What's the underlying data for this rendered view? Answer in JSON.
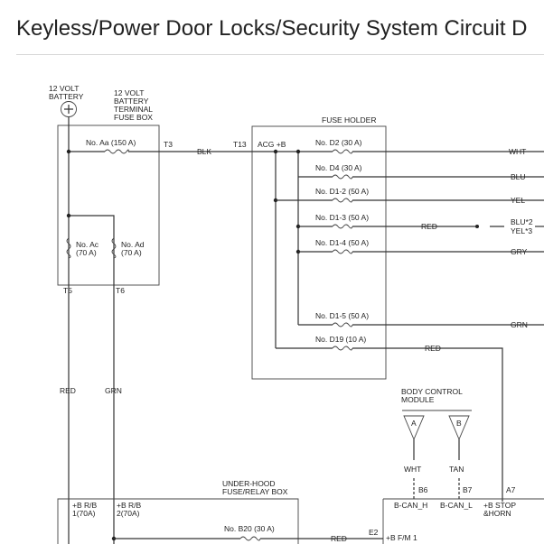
{
  "page": {
    "title": "Keyless/Power Door Locks/Security System Circuit D"
  },
  "diagram": {
    "battery": {
      "label_line1": "12 VOLT",
      "label_line2": "BATTERY"
    },
    "terminal_fuse_box": {
      "label_lines": [
        "12 VOLT",
        "BATTERY",
        "TERMINAL",
        "FUSE BOX"
      ],
      "fuses": {
        "aa": "No. Aa (150 A)",
        "ac_line1": "No. Ac",
        "ac_line2": "(70 A)",
        "ad_line1": "No. Ad",
        "ad_line2": "(70 A)"
      },
      "terminals": {
        "t3": "T3",
        "t5": "T5",
        "t6": "T6"
      }
    },
    "fuse_holder": {
      "label": "FUSE HOLDER",
      "terminal_t13": "T13",
      "acg_label": "ACG +B",
      "fuses": {
        "d2": "No. D2 (30 A)",
        "d4": "No. D4 (30 A)",
        "d1_2": "No. D1-2 (50 A)",
        "d1_3": "No. D1-3 (50 A)",
        "d1_4": "No. D1-4 (50 A)",
        "d1_5": "No. D1-5 (50 A)",
        "d19": "No. D19 (10 A)"
      }
    },
    "wires": {
      "blk": "BLK",
      "whtout": "WHT",
      "bluout": "BLU",
      "yelout": "YEL",
      "red_d13": "RED",
      "blu_yel_line1": "BLU*2",
      "blu_yel_line2": "YEL*3",
      "gryout": "GRY",
      "grnout": "GRN",
      "red_d19": "RED",
      "left_red": "RED",
      "left_grn": "GRN",
      "wht_a": "WHT",
      "tan_b": "TAN",
      "bottom_red": "RED"
    },
    "bcm": {
      "label_line1": "BODY CONTROL",
      "label_line2": "MODULE",
      "connector_a": "A",
      "connector_b": "B",
      "pins": {
        "b6": "B6",
        "b7": "B7",
        "a7": "A7",
        "e2": "E2"
      },
      "signals": {
        "can_h": "B-CAN_H",
        "can_l": "B-CAN_L",
        "stop_line1": "+B STOP",
        "stop_line2": "&HORN",
        "fm1": "+B F/M 1"
      }
    },
    "underhood_box": {
      "label_line1": "UNDER-HOOD",
      "label_line2": "FUSE/RELAY BOX",
      "rb1_line1": "+B R/B",
      "rb1_line2": "1(70A)",
      "rb2_line1": "+B R/B",
      "rb2_line2": "2(70A)",
      "fuse_b20": "No. B20 (30 A)"
    }
  }
}
